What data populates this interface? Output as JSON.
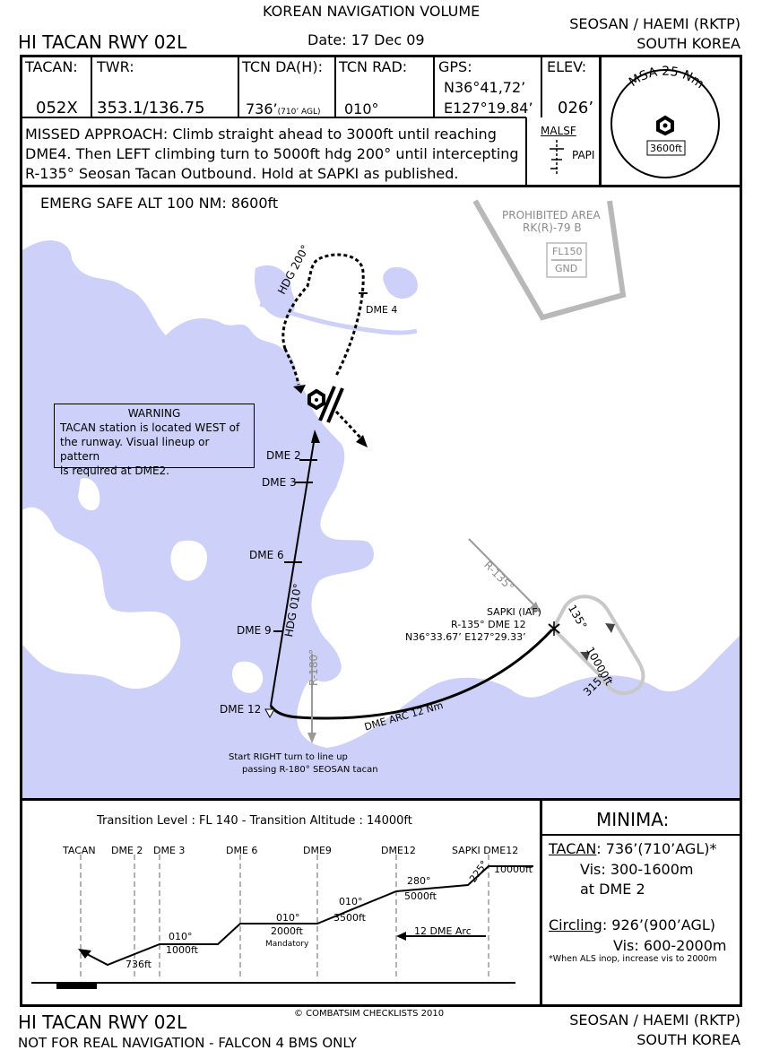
{
  "header": {
    "volume": "KOREAN NAVIGATION VOLUME",
    "title": "HI TACAN RWY 02L",
    "date": "Date: 17 Dec 09",
    "airport": "SEOSAN / HAEMI (RKTP)",
    "country": "SOUTH KOREA"
  },
  "info": {
    "tacan_label": "TACAN:",
    "tacan_value": "052X",
    "twr_label": "TWR:",
    "twr_value": "353.1/136.75",
    "da_label": "TCN DA(H):",
    "da_value": "736’",
    "da_agl": "(710’ AGL)",
    "rad_label": "TCN RAD:",
    "rad_value": "010°",
    "gps_label": "GPS:",
    "gps_lat": "N36°41,72’",
    "gps_lon": "E127°19.84’",
    "elev_label": "ELEV:",
    "elev_value": "026’"
  },
  "missed_approach": {
    "line1": "MISSED APPROACH: Climb straight ahead to 3000ft until reaching",
    "line2": "DME4. Then LEFT climbing turn to 5000ft hdg 200° until intercepting",
    "line3": "R-135° Seosan Tacan Outbound. Hold at SAPKI as published."
  },
  "lighting": {
    "malsf": "MALSF",
    "papi": "PAPI"
  },
  "msa": {
    "label": "MSA 25 Nm",
    "altitude": "3600ft"
  },
  "map": {
    "emerg": "EMERG SAFE ALT 100 NM: 8600ft",
    "prohibited_1": "PROHIBITED AREA",
    "prohibited_2": "RK(R)-79 B",
    "prohibited_top": "FL150",
    "prohibited_bottom": "GND",
    "hdg200": "HDG 200°",
    "dme4": "DME 4",
    "dme2": "DME 2",
    "dme3": "DME 3",
    "dme6": "DME 6",
    "dme9": "DME 9",
    "dme12": "DME 12",
    "hdg010": "HDG 010°",
    "r180": "R-180°",
    "r135": "R-135°",
    "sapki_1": "SAPKI (IAF)",
    "sapki_2": "R-135° DME 12",
    "sapki_3": "N36°33.67’ E127°29.33’",
    "hold_135": "135°",
    "hold_315": "315°",
    "hold_dist": "10000ft",
    "arc": "DME ARC 12 Nm",
    "note_1": "Start RIGHT turn to line up",
    "note_2": "passing R-180° SEOSAN tacan",
    "warning_title": "WARNING",
    "warning_1": "TACAN station is located WEST of",
    "warning_2": "the runway. Visual lineup or pattern",
    "warning_3": "is required at DME2."
  },
  "profile": {
    "transition": "Transition Level : FL 140  -  Transition Altitude : 14000ft",
    "fixes": [
      "TACAN",
      "DME 2",
      "DME 3",
      "DME 6",
      "DME9",
      "DME12",
      "SAPKI DME12"
    ],
    "alt_736": "736ft",
    "hdg_010_a": "010°",
    "alt_1000": "1000ft",
    "hdg_010_b": "010°",
    "alt_2000": "2000ft",
    "mandatory": "Mandatory",
    "hdg_010_c": "010°",
    "alt_3500": "3500ft",
    "hdg_280": "280°",
    "alt_5000": "5000ft",
    "hdg_225": "225°",
    "alt_10000": "10000ft",
    "arc_label": "12 DME Arc"
  },
  "minima": {
    "title": "MINIMA:",
    "tacan_label": "TACAN",
    "tacan_value": ": 736’(710’AGL)*",
    "tacan_vis": "Vis: 300-1600m",
    "tacan_at": "at DME 2",
    "circ_label": "Circling",
    "circ_value": ": 926’(900’AGL)",
    "circ_vis": "Vis: 600-2000m",
    "note": "*When ALS inop, increase vis to 2000m"
  },
  "footer": {
    "title": "HI TACAN RWY 02L",
    "disclaimer": "NOT FOR REAL NAVIGATION - FALCON 4 BMS ONLY",
    "copyright": "© COMBATSIM CHECKLISTS 2010",
    "airport": "SEOSAN / HAEMI (RKTP)",
    "country": "SOUTH KOREA"
  }
}
